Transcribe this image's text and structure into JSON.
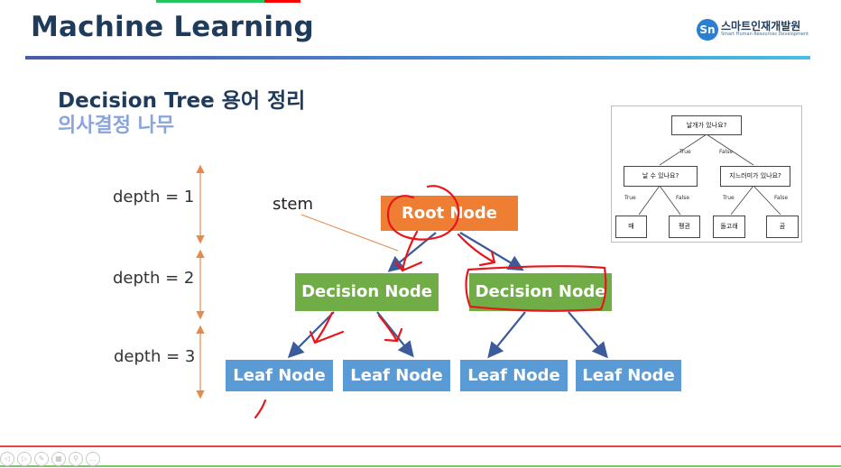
{
  "slide": {
    "title": "Machine Learning",
    "heading": "Decision Tree 용어 정리",
    "subheading": "의사결정 나무"
  },
  "logo": {
    "mark": "Sn",
    "name": "스마트인재개발원",
    "tagline": "Smart Human Resources Development"
  },
  "depths": [
    "depth = 1",
    "depth = 2",
    "depth = 3"
  ],
  "stem_label": "stem",
  "nodes": {
    "root": "Root Node",
    "decision_left": "Decision Node",
    "decision_right": "Decision Node",
    "leaf_1": "Leaf Node",
    "leaf_2": "Leaf Node",
    "leaf_3": "Leaf Node",
    "leaf_4": "Leaf Node"
  },
  "inset_tree": {
    "root": "날개가 있나요?",
    "left": "날 수 있나요?",
    "right": "지느러미가 있나요?",
    "leaves": [
      "매",
      "펭귄",
      "돌고래",
      "곰"
    ],
    "edge_labels": {
      "root_left": "True",
      "root_right": "False",
      "left_left": "True",
      "left_right": "False",
      "right_left": "True",
      "right_right": "False"
    }
  },
  "colors": {
    "title": "#1f3b5c",
    "subheading": "#8ba4d9",
    "root_node": "#ee7e33",
    "decision_node": "#70ad47",
    "leaf_node": "#5b9bd5",
    "edge": "#3b5b9a",
    "depth_marker": "#e58a4a",
    "annotation": "#e8161b"
  },
  "player_controls": [
    "prev-icon",
    "next-icon",
    "pen-icon",
    "slides-icon",
    "zoom-icon",
    "more-icon"
  ]
}
